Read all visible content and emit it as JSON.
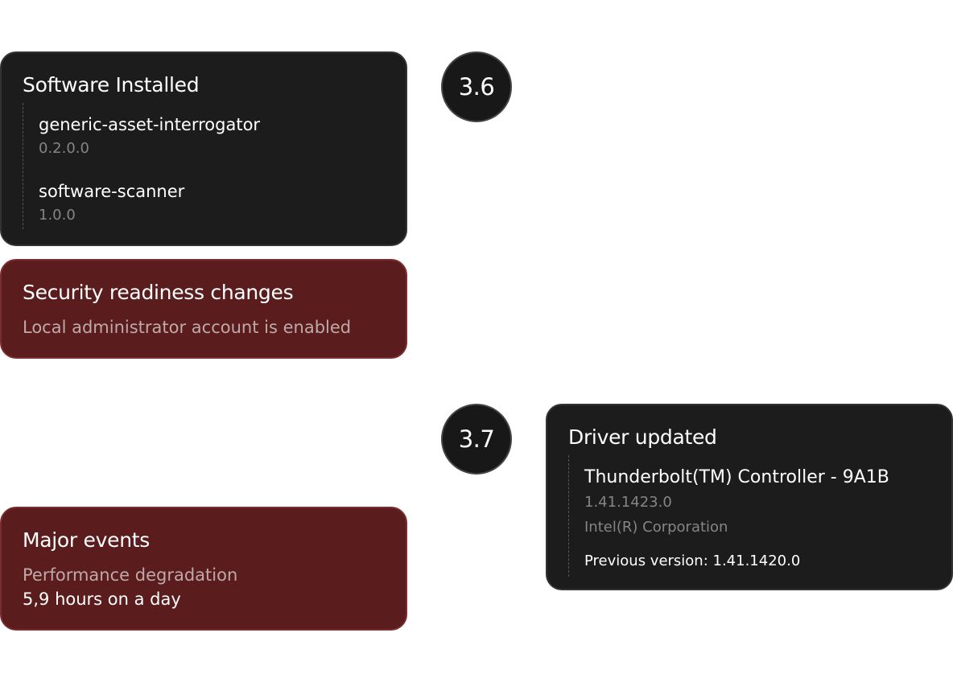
{
  "timeline": [
    {
      "step": "3.6",
      "cards": [
        {
          "title": "Software Installed",
          "items": [
            {
              "name": "generic-asset-interrogator",
              "version": "0.2.0.0"
            },
            {
              "name": "software-scanner",
              "version": "1.0.0"
            }
          ]
        },
        {
          "title": "Security readiness changes",
          "detail": "Local administrator account is enabled"
        }
      ]
    },
    {
      "step": "3.7",
      "cards": [
        {
          "title": "Driver updated",
          "driver_name": "Thunderbolt(TM) Controller - 9A1B",
          "driver_version": "1.41.1423.0",
          "driver_vendor": "Intel(R) Corporation",
          "previous_version": "Previous version: 1.41.1420.0"
        },
        {
          "title": "Major events",
          "detail": "Performance degradation",
          "value": "5,9 hours on a day"
        }
      ]
    }
  ],
  "colors": {
    "dark_card": "#1c1c1c",
    "alert_card": "#5a1c1d",
    "badge": "#181818"
  }
}
